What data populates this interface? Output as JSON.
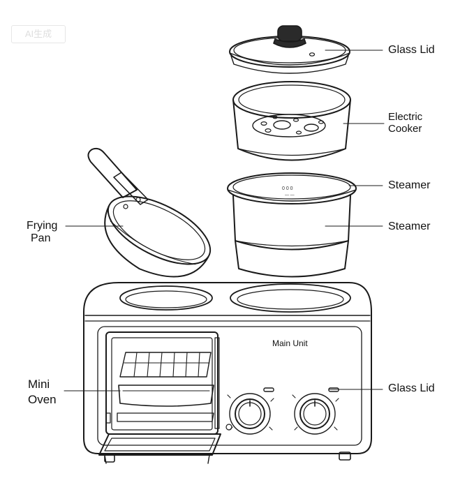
{
  "watermark": "AI生成",
  "labels": {
    "glass_lid_top": "Glass Lid",
    "electric_cooker_1": "Electric",
    "electric_cooker_2": "Cooker",
    "steamer_rim": "Steamer",
    "steamer_body": "Steamer",
    "frying_pan_1": "Frying",
    "frying_pan_2": "Pan",
    "main_unit": "Main Unit",
    "glass_lid_unit": "Glass Lid",
    "mini_oven_1": "Mini",
    "mini_oven_2": "Oven"
  },
  "colors": {
    "line": "#1a1a1a",
    "text": "#111111",
    "knob_cap": "#2a2a2a"
  }
}
